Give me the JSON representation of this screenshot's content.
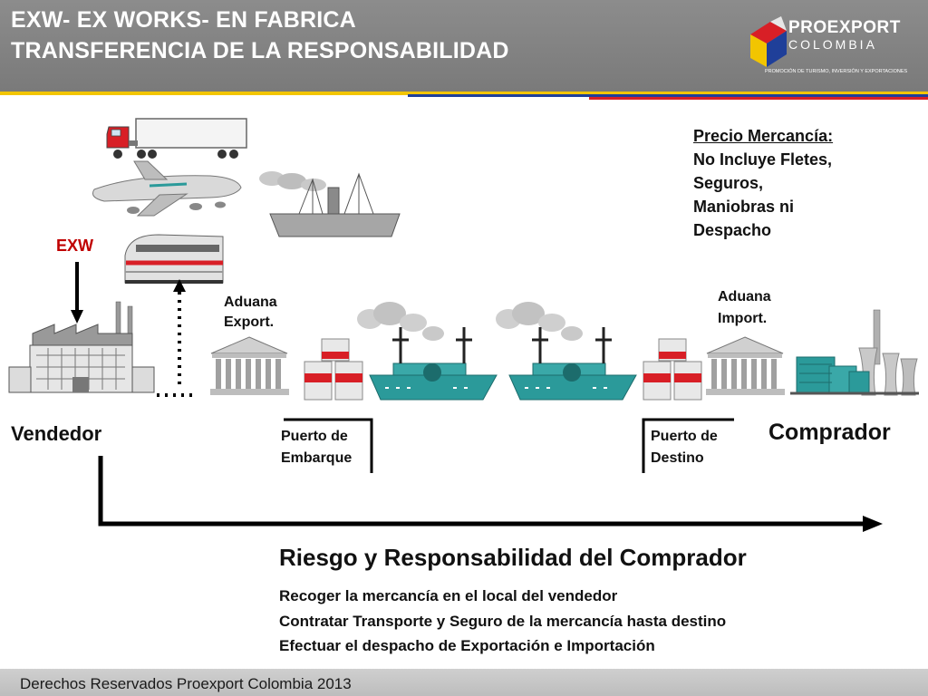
{
  "header": {
    "title_line1": "EXW- EX WORKS- EN FABRICA",
    "title_line2": "TRANSFERENCIA DE LA RESPONSABILIDAD",
    "logo_name": "PROEXPORT",
    "logo_sub": "COLOMBIA",
    "logo_tagline": "PROMOCIÓN DE TURISMO, INVERSIÓN Y EXPORTACIONES"
  },
  "colors": {
    "header_bg": "#7f7f7f",
    "stripe_yellow": "#f2c500",
    "stripe_blue": "#1f3f99",
    "stripe_red": "#d81f26",
    "exw_red": "#c00000",
    "ship_teal": "#2b9a9a"
  },
  "diagram": {
    "exw_label": "EXW",
    "price_note": {
      "heading": "Precio Mercancía:",
      "lines": [
        "No Incluye Fletes,",
        "Seguros,",
        "Maniobras ni",
        "Despacho"
      ]
    },
    "aduana_export": [
      "Aduana",
      "Export."
    ],
    "aduana_import": [
      "Aduana",
      "Import."
    ],
    "seller": "Vendedor",
    "buyer": "Comprador",
    "port_origin": [
      "Puerto de",
      "Embarque"
    ],
    "port_destination": [
      "Puerto de",
      "Destino"
    ],
    "icons": [
      "truck-icon",
      "airplane-icon",
      "cargo-ship-icon",
      "train-icon",
      "factory-icon",
      "customs-building-icon",
      "container-stack-icon",
      "steamship-icon",
      "industrial-plant-icon"
    ]
  },
  "responsibility": {
    "heading": "Riesgo y Responsabilidad del Comprador",
    "items": [
      "Recoger la mercancía en el local del vendedor",
      "Contratar Transporte y Seguro de la mercancía hasta destino",
      "Efectuar el despacho de Exportación e Importación"
    ]
  },
  "footer": {
    "text": "Derechos Reservados Proexport Colombia 2013"
  }
}
